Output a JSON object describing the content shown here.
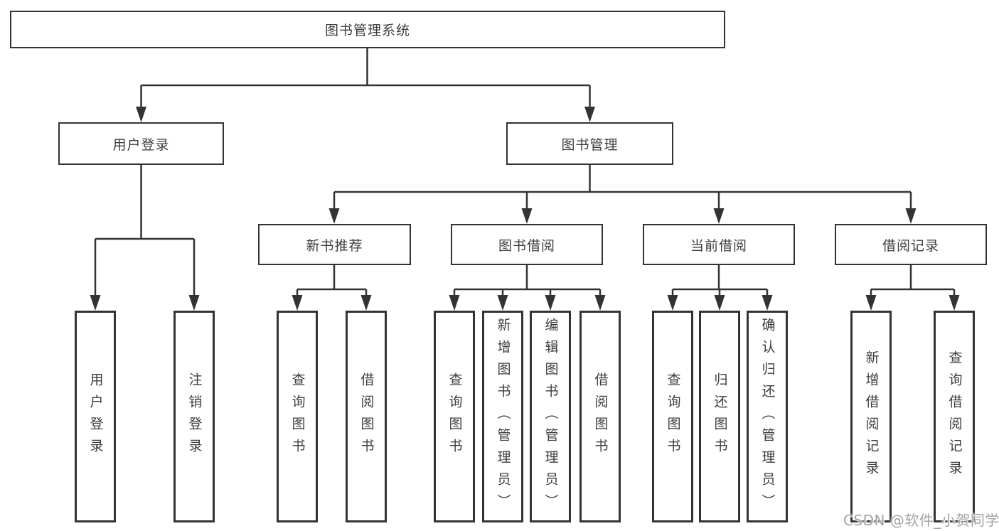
{
  "diagram": {
    "root": {
      "label": "图书管理系统"
    },
    "level2": {
      "user_login": {
        "label": "用户登录"
      },
      "book_management": {
        "label": "图书管理"
      }
    },
    "level3": {
      "new_book_recommend": {
        "label": "新书推荐"
      },
      "book_borrow": {
        "label": "图书借阅"
      },
      "current_borrow": {
        "label": "当前借阅"
      },
      "borrow_records": {
        "label": "借阅记录"
      }
    },
    "leaves": {
      "user_login": [
        "用户登录",
        "注销登录"
      ],
      "new_book_recommend": [
        "查询图书",
        "借阅图书"
      ],
      "book_borrow": [
        "查询图书",
        "新增图书（管理员）",
        "编辑图书（管理员）",
        "借阅图书"
      ],
      "current_borrow": [
        "查询图书",
        "归还图书",
        "确认归还（管理员）"
      ],
      "borrow_records": [
        "新增借阅记录",
        "查询借阅记录"
      ]
    }
  },
  "watermark": {
    "text": "CSDN @软件_小贺同学"
  },
  "colors": {
    "line": "#333333",
    "text": "#3d3d3d",
    "watermark": "#a3a3a3",
    "background": "#ffffff"
  }
}
